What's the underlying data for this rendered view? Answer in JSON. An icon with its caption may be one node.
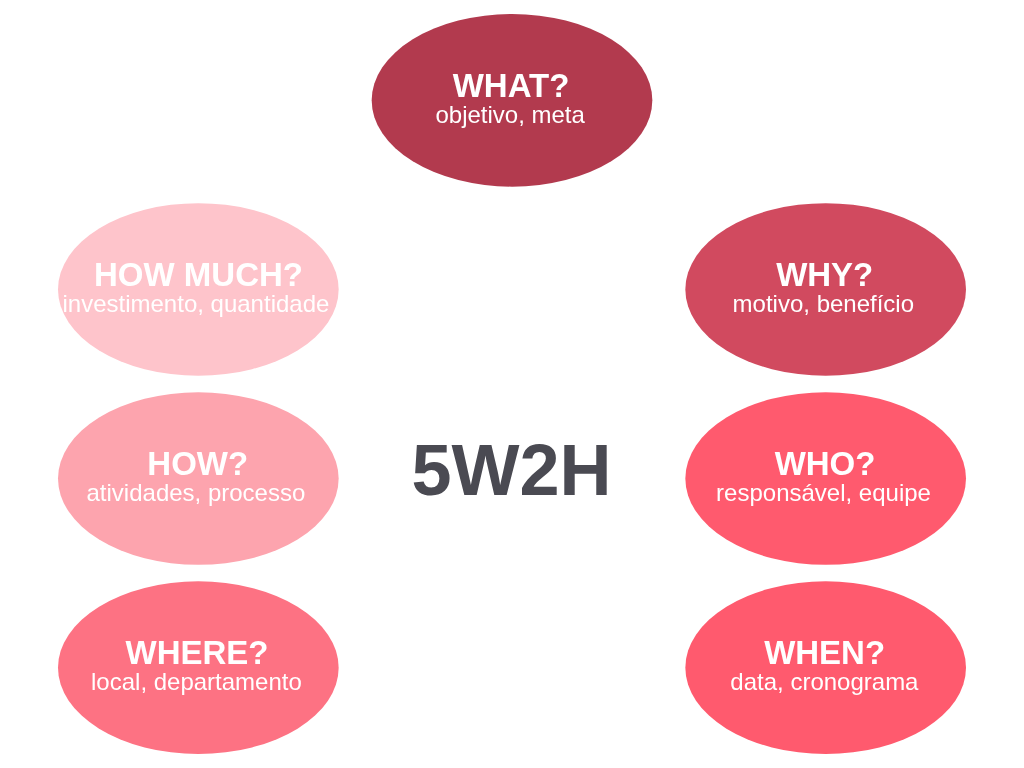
{
  "diagram": {
    "nodes": [
      {
        "text": [
          "WHAT?",
          "objetivo, meta"
        ]
      },
      {
        "text": [
          "WHY?",
          "motivo, benefício"
        ]
      },
      {
        "text": [
          "WHO?",
          "responsável, equipe"
        ]
      },
      {
        "text": [
          "WHEN?",
          "data, cronograma"
        ]
      },
      {
        "text": [
          "WHERE?",
          "local, departamento"
        ]
      },
      {
        "text": [
          "HOW?",
          "atividades, processo"
        ]
      },
      {
        "text": [
          "HOW MUCH?",
          "investimento, quantidade"
        ]
      }
    ],
    "edges": [],
    "labels": [
      "5W2H"
    ]
  }
}
